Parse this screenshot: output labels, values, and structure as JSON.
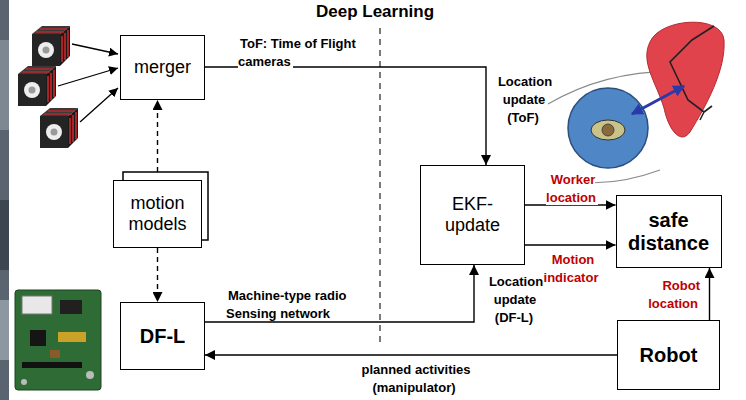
{
  "diagram": {
    "title": "Deep Learning",
    "nodes": [
      {
        "text": [
          "merger"
        ]
      },
      {
        "text": [
          "motion models"
        ]
      },
      {
        "text": [
          "DF-L"
        ]
      },
      {
        "text": [
          "EKF-update"
        ]
      },
      {
        "text": [
          "safe distance"
        ]
      },
      {
        "text": [
          "Robot"
        ]
      }
    ],
    "edges": [
      {
        "from": 1,
        "to": 0,
        "arrow": "to"
      },
      {
        "from": 1,
        "to": 2,
        "arrow": "to"
      },
      {
        "from": 0,
        "to": 3,
        "arrow": "to",
        "label": "Location update (ToF)"
      },
      {
        "from": 2,
        "to": 3,
        "arrow": "to",
        "label": "Location update (DF-L)"
      },
      {
        "from": 3,
        "to": 4,
        "arrow": "to",
        "label": "Worker location"
      },
      {
        "from": 3,
        "to": 4,
        "arrow": "to",
        "label": "Motion indicator"
      },
      {
        "from": 5,
        "to": 4,
        "arrow": "to",
        "label": "Robot location"
      },
      {
        "from": 5,
        "to": 2,
        "arrow": "to",
        "label": "planned activities (manipulator)"
      }
    ],
    "labels": [
      "ToF: Time of Flight cameras",
      "Machine-type radio Sensing network"
    ]
  }
}
